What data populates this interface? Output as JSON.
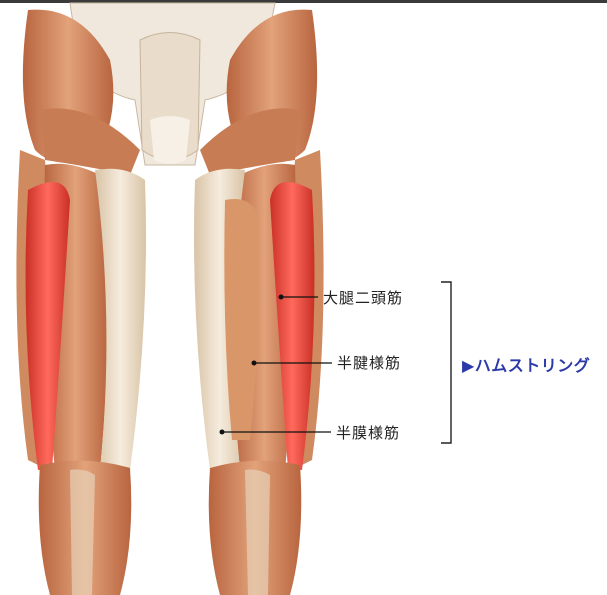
{
  "labels": {
    "biceps_femoris": "大腿二頭筋",
    "semitendinosus": "半腱様筋",
    "semimembranosus": "半膜様筋"
  },
  "group": {
    "text": "▶ハムストリング"
  },
  "colors": {
    "group_text": "#2b3aa8",
    "highlight_muscle": "#e8473c",
    "muscle": "#d9936a",
    "tendon": "#eddcc6",
    "bone": "#efe7dc",
    "leader_line": "#111111"
  }
}
